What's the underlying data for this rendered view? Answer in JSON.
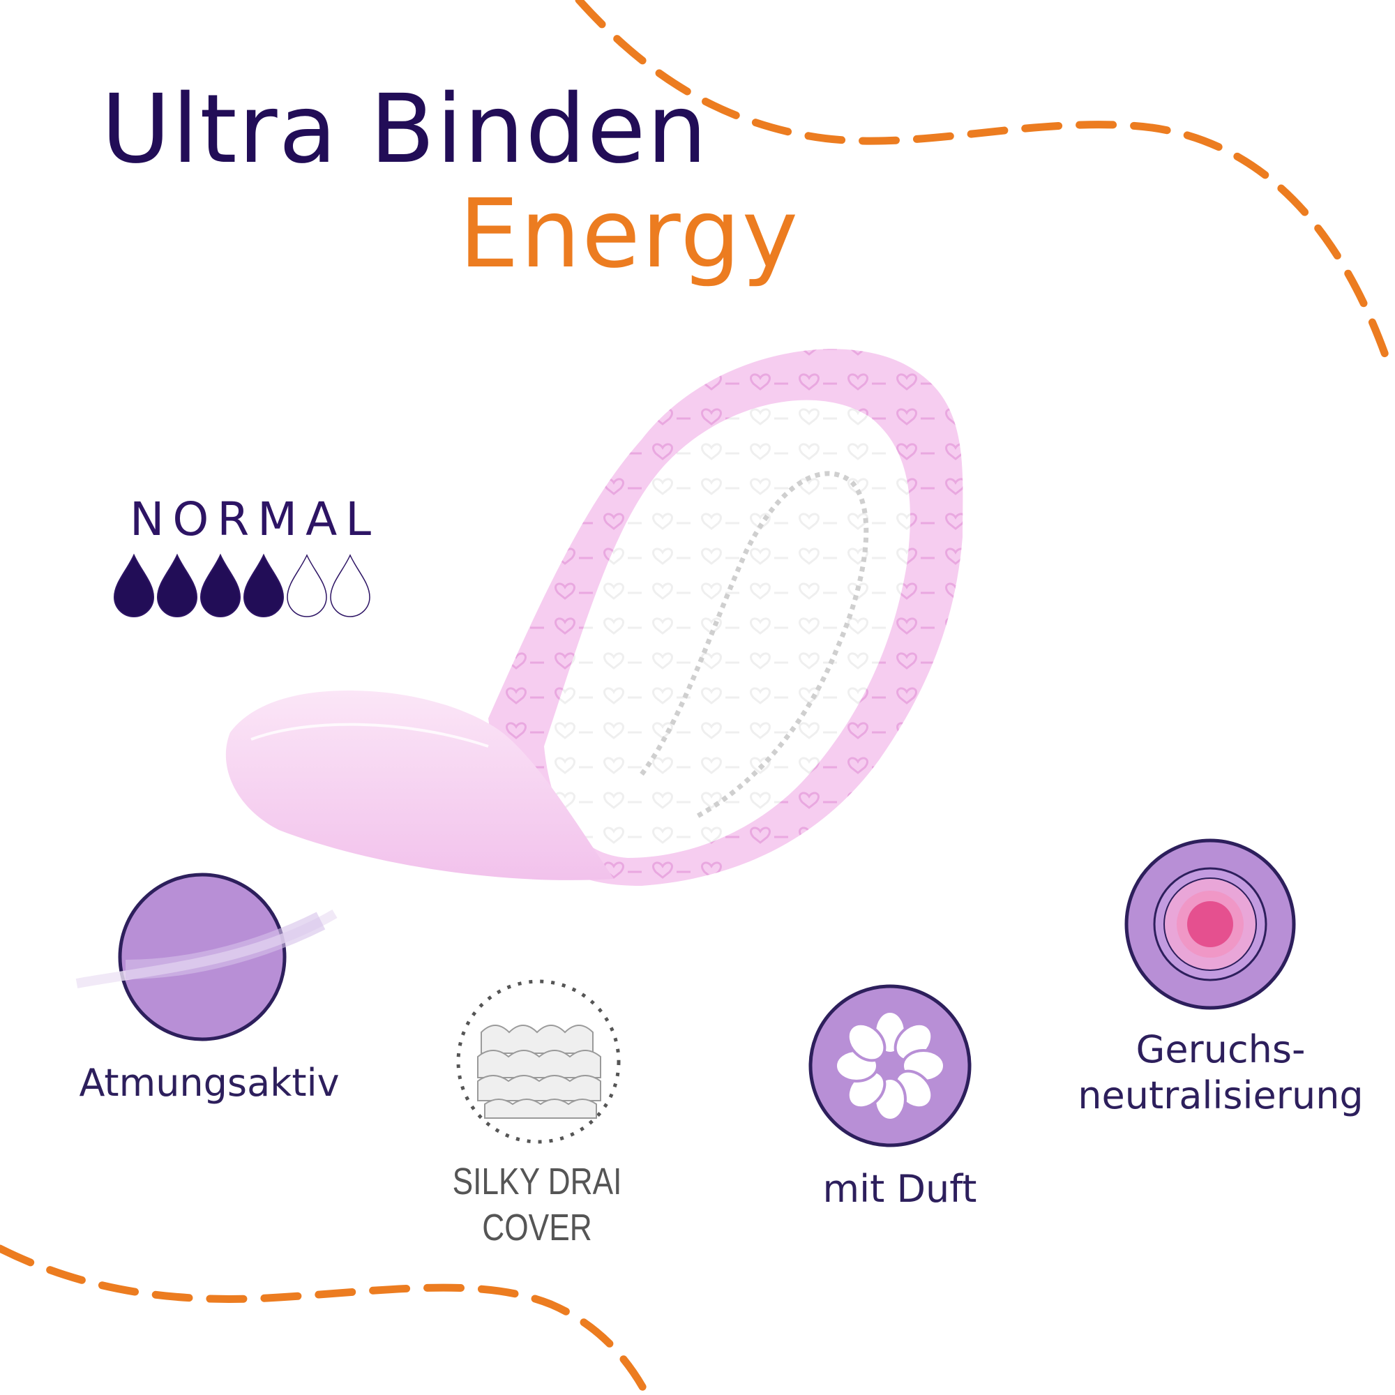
{
  "title": {
    "line1": "Ultra Binden",
    "line2": "Energy"
  },
  "absorbency": {
    "label": "NORMAL",
    "rating": 4,
    "max": 6
  },
  "features": [
    {
      "label": "Atmungsaktiv",
      "icon": "breathable-icon"
    },
    {
      "label": "SILKY DRAI\nCOVER",
      "icon": "cover-texture-icon"
    },
    {
      "label": "mit Duft",
      "icon": "flower-icon"
    },
    {
      "label": "Geruchs-\nneutralisierung",
      "icon": "odor-neutralizing-icon"
    }
  ],
  "colors": {
    "navy": "#220d57",
    "orange": "#ec7c20",
    "lilac": "#b88fd6",
    "pink": "#f5c9ec"
  }
}
